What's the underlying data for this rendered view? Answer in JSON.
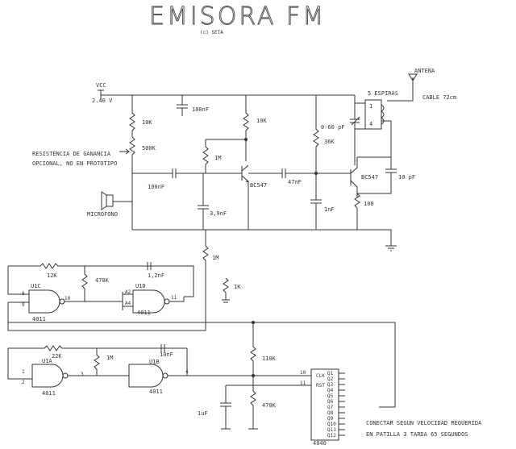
{
  "title": "EMISORA FM",
  "subtitle": "(c) SETA",
  "power": {
    "label": "VCC",
    "voltage": "2.40 V"
  },
  "antenna": {
    "label": "ANTENA",
    "coil": "5 ESPIRAS",
    "cable": "CABLE 72cm"
  },
  "notes": {
    "gain": "RESISTENCIA DE GANANCIA",
    "gain2": "OPCIONAL, NO EN PROTOTIPO",
    "mic": "MICROFONO",
    "connect1": "CONECTAR SEGUN VELOCIDAD REQUERIDA",
    "connect2": "EN PATILLA 3 TARDA 65 SEGUNDOS"
  },
  "components": {
    "c100nf": "100nF",
    "r10k_a": "10K",
    "r10k_b": "10K",
    "pot500k": "500K",
    "r1m_a": "1M",
    "c100nf_b": "100nF",
    "q1": "BC547",
    "c47nf": "47nF",
    "c3_9nf": "3,9nF",
    "ctrim": "0-60 pF",
    "r36k": "36K",
    "c1nf": "1nF",
    "q2": "BC547",
    "r100": "100",
    "c10pf": "10 pF",
    "coil_1": "1",
    "coil_4": "4",
    "r1m_b": "1M",
    "r12k": "12K",
    "r470k_a": "470K",
    "c1_2nf": "1,2nF",
    "u1c": "U1C",
    "u1c_pin8": "8",
    "u1c_pin9": "9",
    "u1c_pin10": "10",
    "u1c_name": "4011",
    "u1d": "U1D",
    "u1d_a2": "A2",
    "u1d_a4": "A4",
    "u1d_pin11": "11",
    "u1d_name": "4011",
    "r1k": "1K",
    "r22k": "22K",
    "r1m_c": "1M",
    "c10nf": "10nF",
    "u1a": "U1A",
    "u1a_pin1": "1",
    "u1a_pin2": "2",
    "u1a_pin3": "3",
    "u1a_name": "4011",
    "u1b": "U1B",
    "u1b_pin4": "4",
    "u1b_name": "4011",
    "r110k": "110K",
    "r470k_b": "470K",
    "c1uf": "1uF",
    "ic4040": "4040",
    "ic_clk": "CLK",
    "ic_rst": "RST",
    "pin10": "10",
    "pin11": "11",
    "outputs": [
      "Q1",
      "Q2",
      "Q3",
      "Q4",
      "Q5",
      "Q6",
      "Q7",
      "Q8",
      "Q9",
      "Q10",
      "Q11",
      "Q12"
    ]
  }
}
